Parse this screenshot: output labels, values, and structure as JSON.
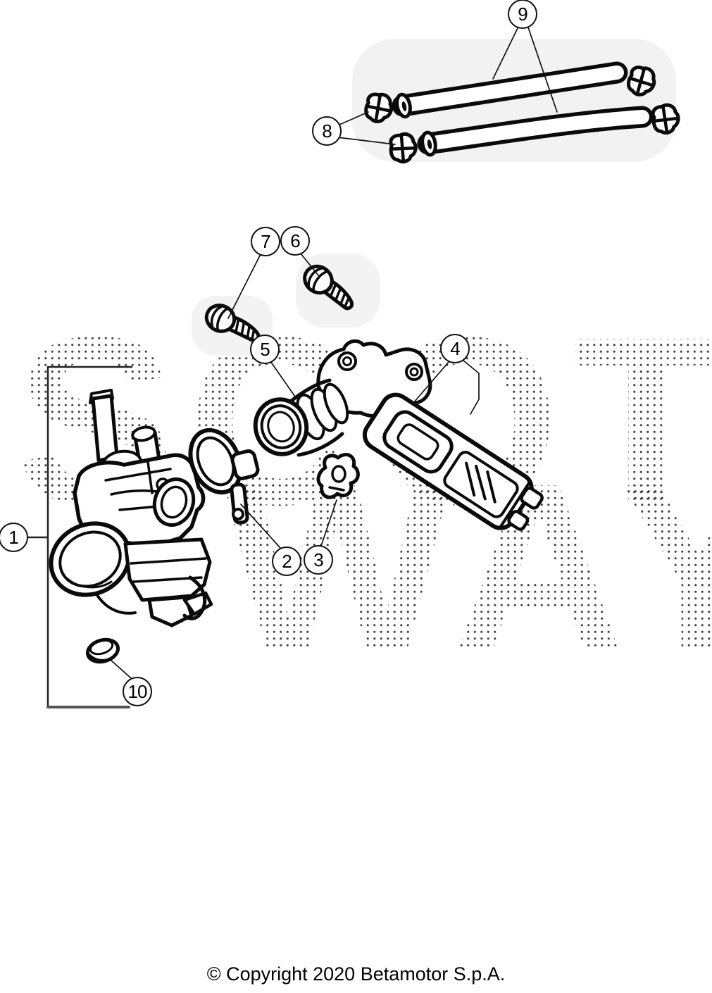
{
  "diagram": {
    "callouts": [
      {
        "n": "1"
      },
      {
        "n": "2"
      },
      {
        "n": "3"
      },
      {
        "n": "4"
      },
      {
        "n": "5"
      },
      {
        "n": "6"
      },
      {
        "n": "7"
      },
      {
        "n": "8"
      },
      {
        "n": "9"
      },
      {
        "n": "10"
      }
    ],
    "watermark": {
      "line1": "SCOT",
      "line2": "WAY"
    },
    "footer": {
      "copyright": "© Copyright 2020 Betamotor S.p.A."
    },
    "colors": {
      "ink": "#0a0a0a",
      "bracket": "#555555",
      "paper": "#ffffff"
    }
  }
}
